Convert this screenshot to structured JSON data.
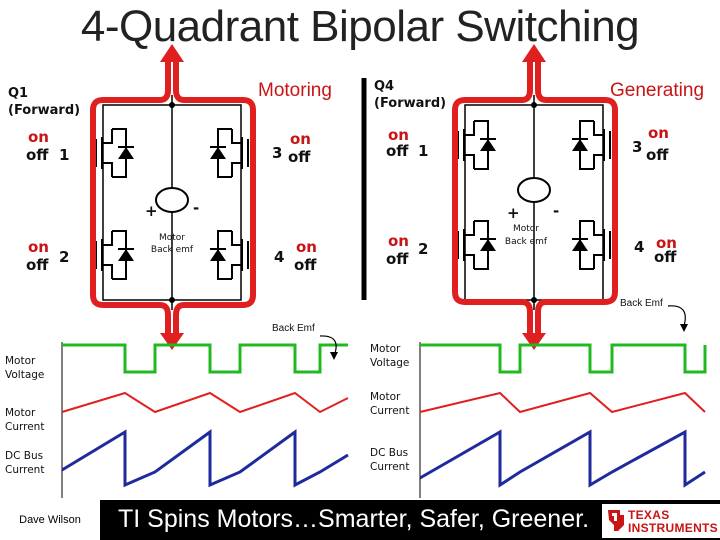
{
  "title": "4-Quadrant Bipolar Switching",
  "left": {
    "quadrant": "Q1",
    "direction": "(Forward)",
    "mode": "Motoring",
    "sw1": {
      "on": "on",
      "off": "off",
      "num": "1"
    },
    "sw2": {
      "on": "on",
      "off": "off",
      "num": "2"
    },
    "sw3": {
      "on": "on",
      "off": "off",
      "num": "3"
    },
    "sw4": {
      "on": "on",
      "off": "off",
      "num": "4"
    },
    "motor_plus": "+",
    "motor_minus": "-",
    "motor_label": "Motor",
    "motor_sub": "Back emf"
  },
  "right": {
    "quadrant": "Q4",
    "direction": "(Forward)",
    "mode": "Generating",
    "sw1": {
      "on": "on",
      "off": "off",
      "num": "1"
    },
    "sw2": {
      "on": "on",
      "off": "off",
      "num": "2"
    },
    "sw3": {
      "on": "on",
      "off": "off",
      "num": "3"
    },
    "sw4": {
      "on": "on",
      "off": "off",
      "num": "4"
    },
    "motor_plus": "+",
    "motor_minus": "-",
    "motor_label": "Motor",
    "motor_sub": "Back emf",
    "back_emf": "Back Emf"
  },
  "waveforms": {
    "back_emf_left": "Back Emf",
    "motor_voltage": "Motor Voltage",
    "motor_current": "Motor Current",
    "dc_bus_current": "DC Bus Current"
  },
  "colors": {
    "current_path": "#e02020",
    "motor_voltage": "#22b822",
    "motor_current": "#e02020",
    "dc_bus_current": "#1f2a9c"
  },
  "footer": {
    "author": "Dave Wilson",
    "tagline": "TI Spins Motors…Smarter, Safer, Greener.",
    "logo_line1": "TEXAS",
    "logo_line2": "INSTRUMENTS",
    "logo_icon": "ti-logo-icon"
  }
}
